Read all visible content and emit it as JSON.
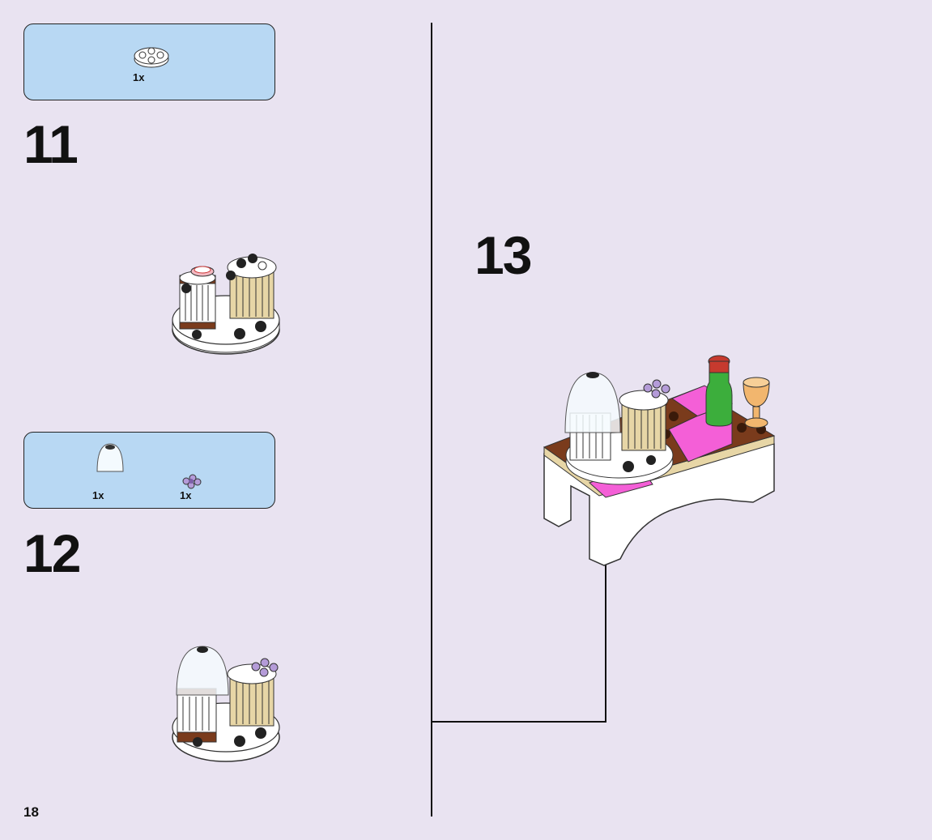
{
  "steps": {
    "s11": {
      "number": "11",
      "parts": [
        {
          "qty": "1x",
          "icon": "round-plate-white-icon"
        }
      ]
    },
    "s12": {
      "number": "12",
      "parts": [
        {
          "qty": "1x",
          "icon": "dome-transparent-icon"
        },
        {
          "qty": "1x",
          "icon": "flower-lavender-icon"
        }
      ]
    },
    "s13": {
      "number": "13"
    }
  },
  "page": {
    "number": "18"
  },
  "colors": {
    "background": "#e9e3f1",
    "parts_box": "#b8d8f3",
    "magenta": "#f45fd7",
    "brown": "#7a3b1c",
    "tan": "#e7d6a6",
    "lavender": "#b49bd8",
    "green": "#3cae3c"
  }
}
